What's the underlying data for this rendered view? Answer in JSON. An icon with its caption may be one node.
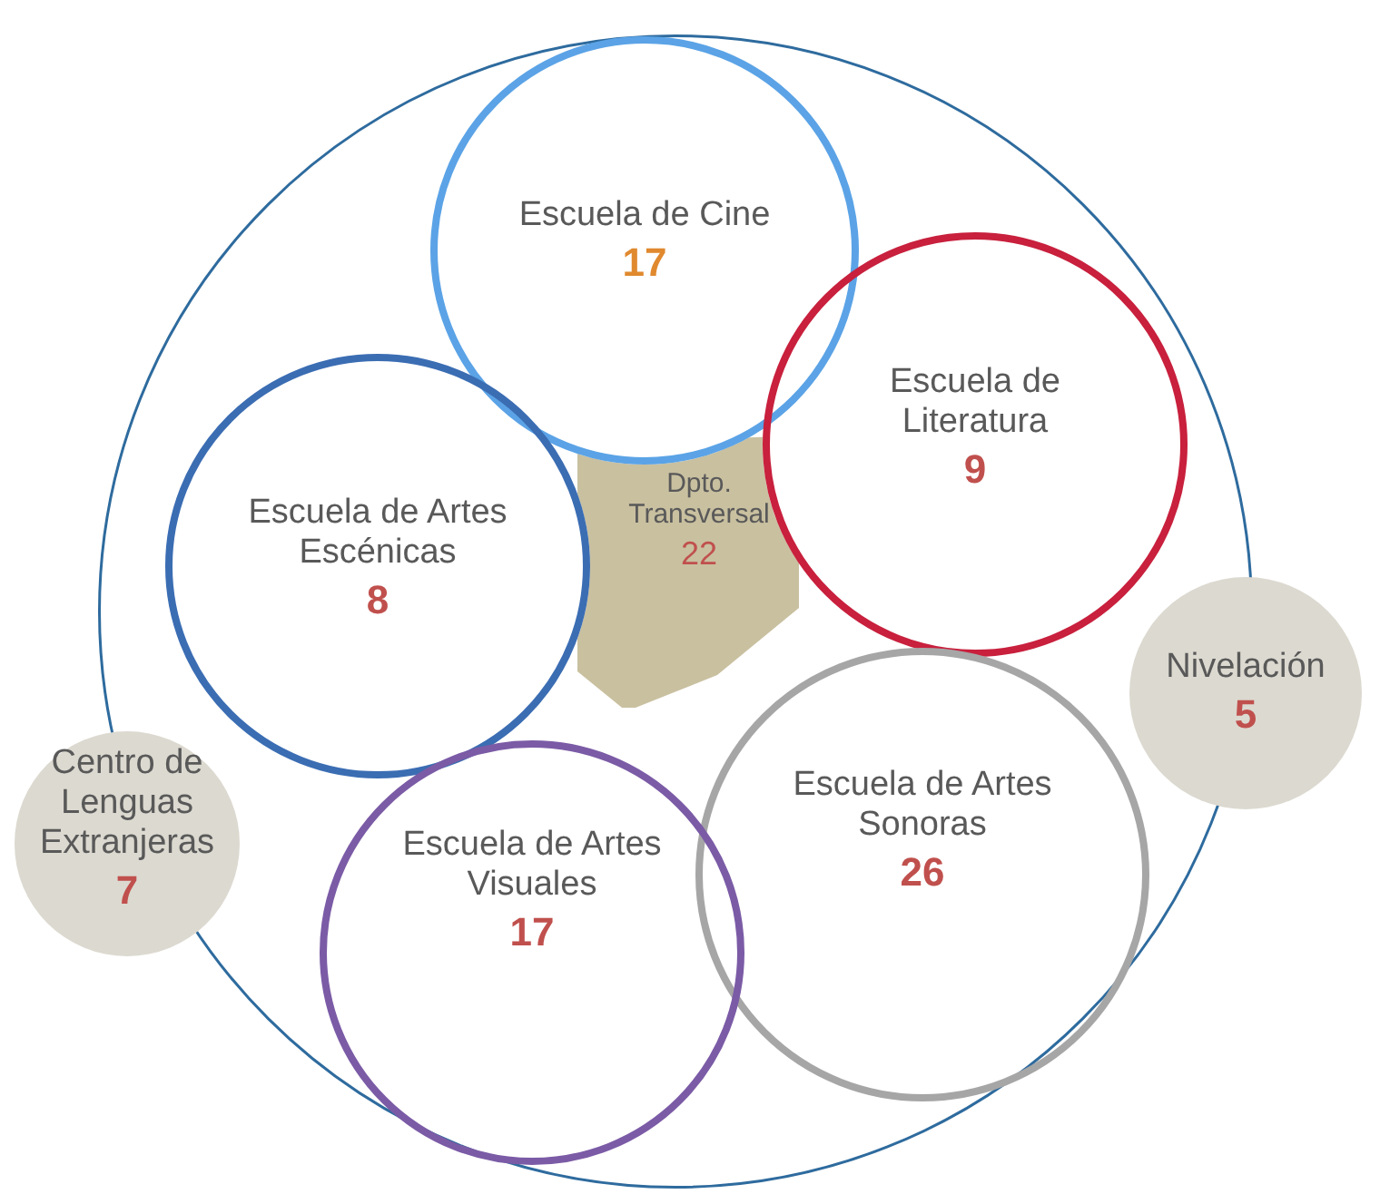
{
  "diagram": {
    "nodes": [
      {
        "text": [],
        "shape": "circle"
      },
      {
        "text": [
          "Escuela de Cine",
          "17"
        ],
        "in": 0
      },
      {
        "text": [
          "Escuela de Literatura",
          "9"
        ],
        "in": 0
      },
      {
        "text": [
          "Escuela de Artes Escénicas",
          "8"
        ],
        "in": 0
      },
      {
        "text": [
          "Dpto. Transversal",
          "22"
        ],
        "in": 0
      },
      {
        "text": [
          "Escuela de Artes Sonoras",
          "26"
        ],
        "in": 0
      },
      {
        "text": [
          "Escuela de Artes Visuales",
          "17"
        ],
        "in": 0
      },
      {
        "text": [
          "Nivelación",
          "5"
        ]
      },
      {
        "text": [
          "Centro de Lenguas Extranjeras",
          "7"
        ]
      }
    ],
    "edges": []
  }
}
